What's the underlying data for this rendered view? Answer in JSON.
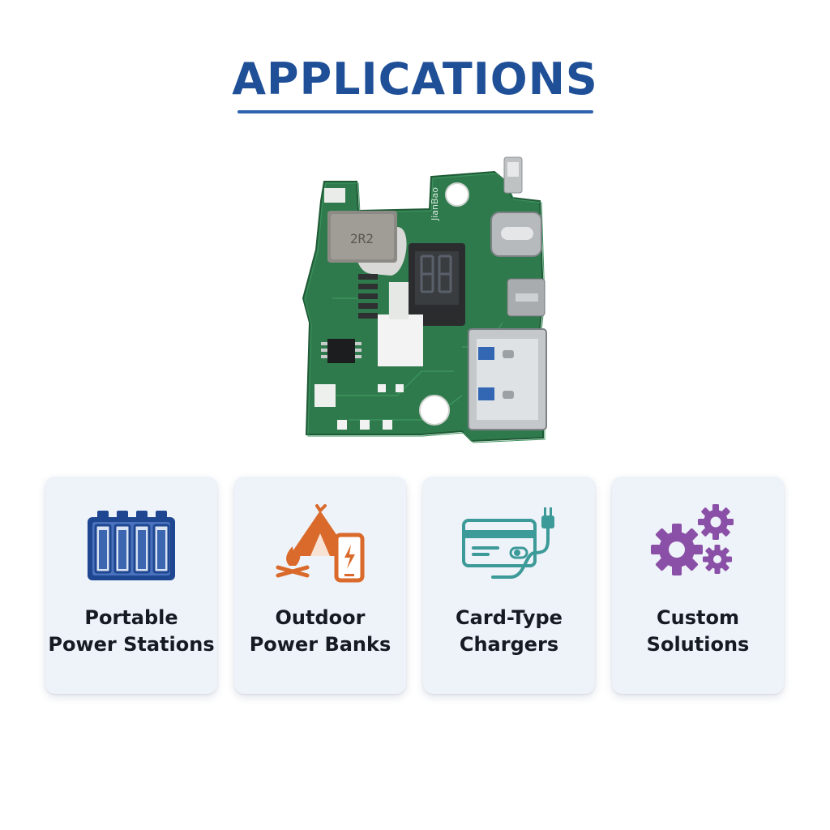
{
  "header": {
    "title": "APPLICATIONS"
  },
  "colors": {
    "title": "#1f4f97",
    "underline": "#2f62ad",
    "card_bg": "#eef2f9",
    "battery_blue": "#1e4691",
    "outdoor_orange": "#d96a2b",
    "charger_teal": "#3c9a98",
    "gear_purple": "#8a4fa6",
    "pcb_green": "#2f7a4c"
  },
  "product_image": {
    "icon": "pcb-board-image"
  },
  "applications": [
    {
      "icon": "battery-pack-icon",
      "line1": "Portable",
      "line2": "Power Stations"
    },
    {
      "icon": "tent-campfire-powerbank-icon",
      "line1": "Outdoor",
      "line2": "Power Banks"
    },
    {
      "icon": "card-charger-plug-icon",
      "line1": "Card-Type",
      "line2": "Chargers"
    },
    {
      "icon": "gears-icon",
      "line1": "Custom",
      "line2": "Solutions"
    }
  ]
}
